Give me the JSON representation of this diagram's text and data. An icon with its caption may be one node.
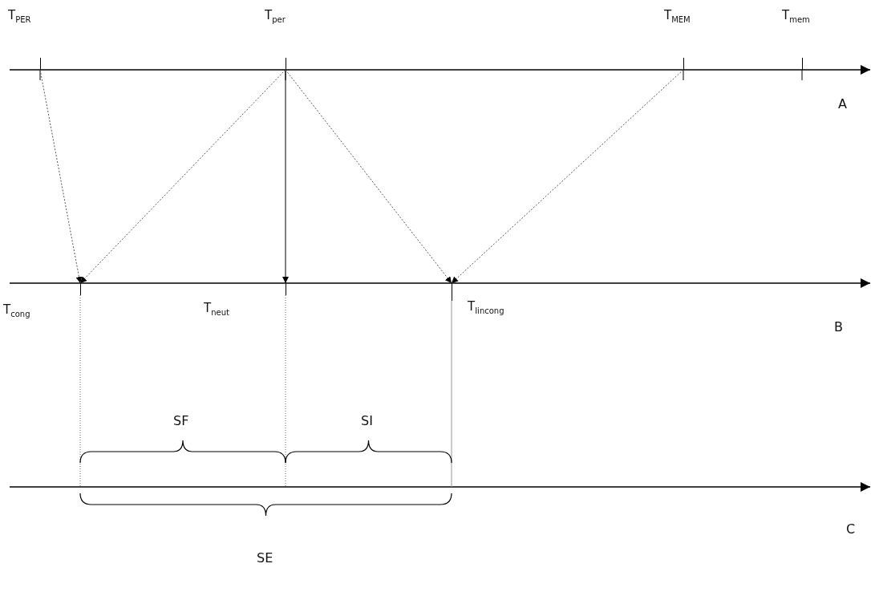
{
  "diagram": {
    "nodes": [
      {
        "text": [
          "T$_{PER}$"
        ]
      },
      {
        "text": [
          "T$_{per}$"
        ]
      },
      {
        "text": [
          "T$_{MEM}$"
        ]
      },
      {
        "text": [
          "T$_{mem}$"
        ]
      },
      {
        "text": [
          "T$_{cong}$"
        ]
      },
      {
        "text": [
          "T$_{neut}$"
        ]
      },
      {
        "text": [
          "T$_{Iincong}$"
        ]
      }
    ],
    "edges": [
      {
        "from": 0,
        "to": 4,
        "arrow": "to",
        "style": "dashed"
      },
      {
        "from": 1,
        "to": 4,
        "arrow": "to",
        "style": "dashed"
      },
      {
        "from": 1,
        "to": 5,
        "arrow": "to"
      },
      {
        "from": 1,
        "to": 6,
        "arrow": "to",
        "style": "dashed"
      },
      {
        "from": 2,
        "to": 6,
        "arrow": "to",
        "style": "dashed"
      }
    ],
    "labels": [
      "A",
      "B",
      "SF",
      "SI",
      "C",
      "SE"
    ]
  }
}
